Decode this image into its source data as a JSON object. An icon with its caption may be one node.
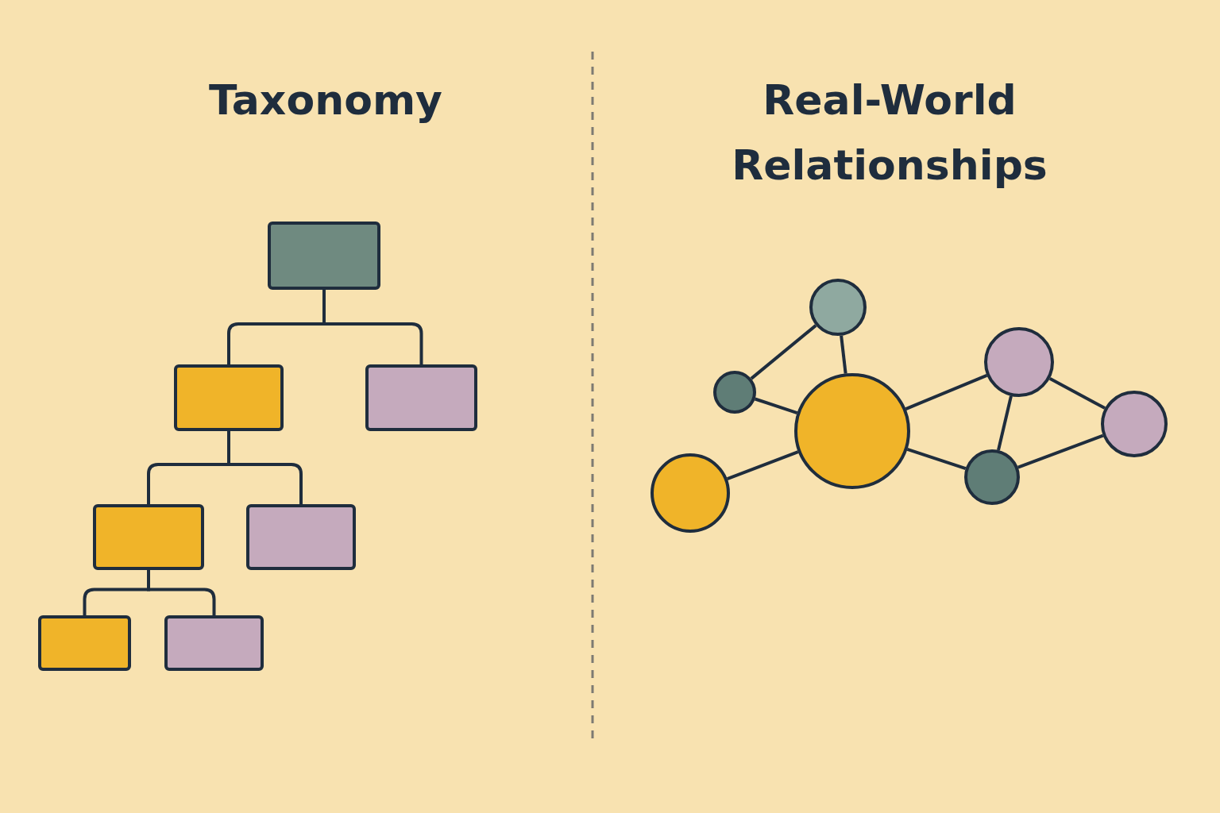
{
  "diagram": {
    "nodes": [
      {
        "text": [],
        "shape": "box"
      },
      {
        "text": [],
        "shape": "box"
      },
      {
        "text": [],
        "shape": "box"
      },
      {
        "text": [],
        "shape": "box"
      },
      {
        "text": [],
        "shape": "box"
      },
      {
        "text": [],
        "shape": "box"
      },
      {
        "text": [],
        "shape": "box"
      },
      {
        "text": [],
        "shape": "circle"
      },
      {
        "text": [],
        "shape": "circle"
      },
      {
        "text": [],
        "shape": "circle"
      },
      {
        "text": [],
        "shape": "circle"
      },
      {
        "text": [],
        "shape": "circle"
      },
      {
        "text": [],
        "shape": "circle"
      },
      {
        "text": [],
        "shape": "circle"
      }
    ],
    "edges": [
      {
        "from": 0,
        "to": 1,
        "arrow": "none"
      },
      {
        "from": 0,
        "to": 2,
        "arrow": "none"
      },
      {
        "from": 1,
        "to": 3,
        "arrow": "none"
      },
      {
        "from": 1,
        "to": 4,
        "arrow": "none"
      },
      {
        "from": 3,
        "to": 5,
        "arrow": "none"
      },
      {
        "from": 3,
        "to": 6,
        "arrow": "none"
      },
      {
        "from": 8,
        "to": 7,
        "arrow": "none"
      },
      {
        "from": 7,
        "to": 10,
        "arrow": "none"
      },
      {
        "from": 8,
        "to": 10,
        "arrow": "none"
      },
      {
        "from": 10,
        "to": 9,
        "arrow": "none"
      },
      {
        "from": 12,
        "to": 10,
        "arrow": "none"
      },
      {
        "from": 10,
        "to": 13,
        "arrow": "none"
      },
      {
        "from": 9,
        "to": 13,
        "arrow": "none"
      },
      {
        "from": 9,
        "to": 11,
        "arrow": "none"
      },
      {
        "from": 13,
        "to": 11,
        "arrow": "none"
      }
    ],
    "labels": [
      "Taxonomy",
      "Real-World Relationships"
    ]
  }
}
